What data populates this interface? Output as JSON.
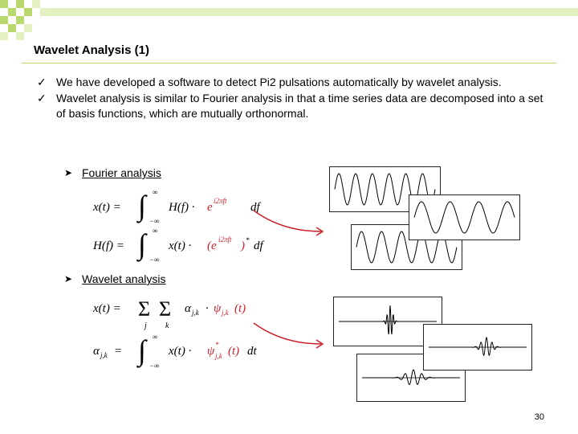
{
  "slide": {
    "title": "Wavelet Analysis (1)",
    "bullets": [
      "We have developed a software to detect Pi2 pulsations automatically by wavelet analysis.",
      "Wavelet analysis is similar to Fourier analysis in that a time series data are decomposed into a set of basis functions, which are mutually orthonormal."
    ],
    "bullet_icon": "check-icon",
    "sub_icon": "arrowhead-icon",
    "sections": {
      "fourier": "Fourier analysis",
      "wavelet": "Wavelet analysis"
    },
    "page_number": "30"
  },
  "colors": {
    "accent_green": "#b9d86e",
    "accent_light": "#e3f0c2",
    "formula_red": "#d0202a",
    "arrow_red": "#c8202a"
  }
}
